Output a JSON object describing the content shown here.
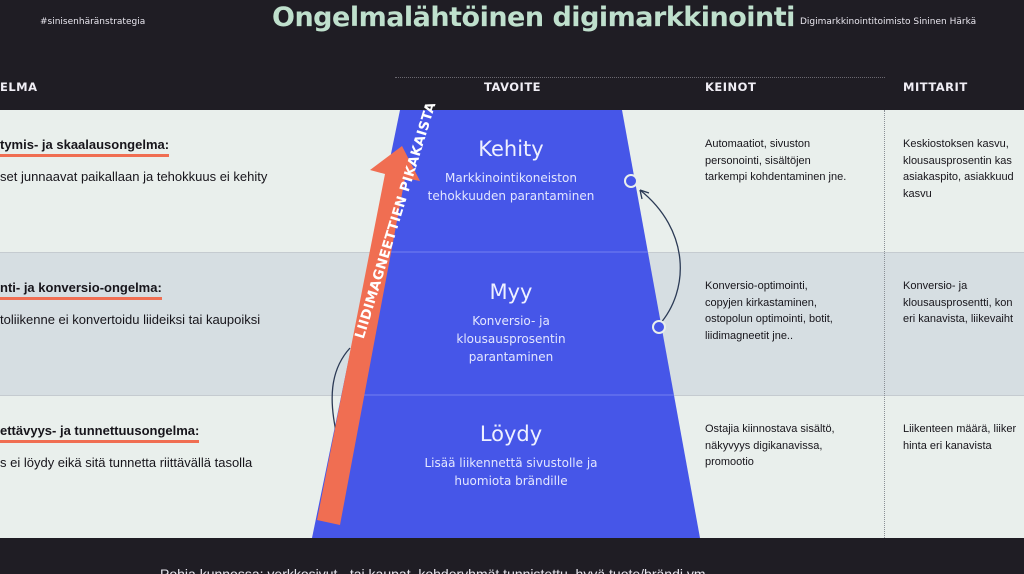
{
  "header": {
    "hashtag": "#sinisenhäränstrategia",
    "title": "Ongelmalähtöinen digimarkkinointi",
    "agency": "Digimarkkinointitoimisto Sininen Härkä"
  },
  "columns": {
    "problem": "ELMA",
    "goal": "TAVOITE",
    "means": "KEINOT",
    "metrics": "MITTARIT"
  },
  "rows": [
    {
      "problem_title": "tymis- ja skaalausongelma:",
      "problem_desc": "set junnaavat paikallaan ja tehokkuus ei kehity",
      "stage_name": "Kehity",
      "stage_desc": [
        "Markkinointikoneiston",
        "tehokkuuden parantaminen"
      ],
      "means": [
        "Automaatiot, sivuston",
        "personointi, sisältöjen",
        "tarkempi kohdentaminen jne."
      ],
      "metrics": [
        "Keskiostoksen kasvu,",
        "klousausprosentin kas",
        "asiakaspito, asiakkuud",
        "kasvu"
      ]
    },
    {
      "problem_title": "nti- ja konversio-ongelma:",
      "problem_desc": "toliikenne ei konvertoidu liideiksi tai kaupoiksi",
      "stage_name": "Myy",
      "stage_desc": [
        "Konversio- ja",
        "klousausprosentin",
        "parantaminen"
      ],
      "means": [
        "Konversio-optimointi,",
        "copyjen kirkastaminen,",
        "ostopolun optimointi, botit,",
        "liidimagneetit jne.."
      ],
      "metrics": [
        "Konversio- ja",
        "klousausprosentti, kon",
        "eri kanavista, liikevaiht"
      ]
    },
    {
      "problem_title": "ettävyys- ja tunnettuusongelma:",
      "problem_desc": "s ei löydy eikä sitä tunnetta riittävällä tasolla",
      "stage_name": "Löydy",
      "stage_desc": [
        "Lisää liikennettä sivustolle ja",
        "huomiota brändille"
      ],
      "means": [
        "Ostajia kiinnostava sisältö,",
        "näkyvyys digikanavissa,",
        "promootio"
      ],
      "metrics": [
        "Liikenteen määrä, liiker",
        "hinta eri kanavista"
      ]
    }
  ],
  "arrow_label": "LIIDIMAGNEETTIEN PIKAKAISTA",
  "footer": "Pohja kunnossa: verkkosivut - tai kaupat, kohderyhmät tunnistettu, hyvä tuote/brändi ym.",
  "colors": {
    "background": "#1f1d24",
    "title": "#bfe0cd",
    "funnel": "#4656e8",
    "accent": "#f06e52",
    "row_light": "#e9efec",
    "row_dark": "#d6dee2"
  }
}
